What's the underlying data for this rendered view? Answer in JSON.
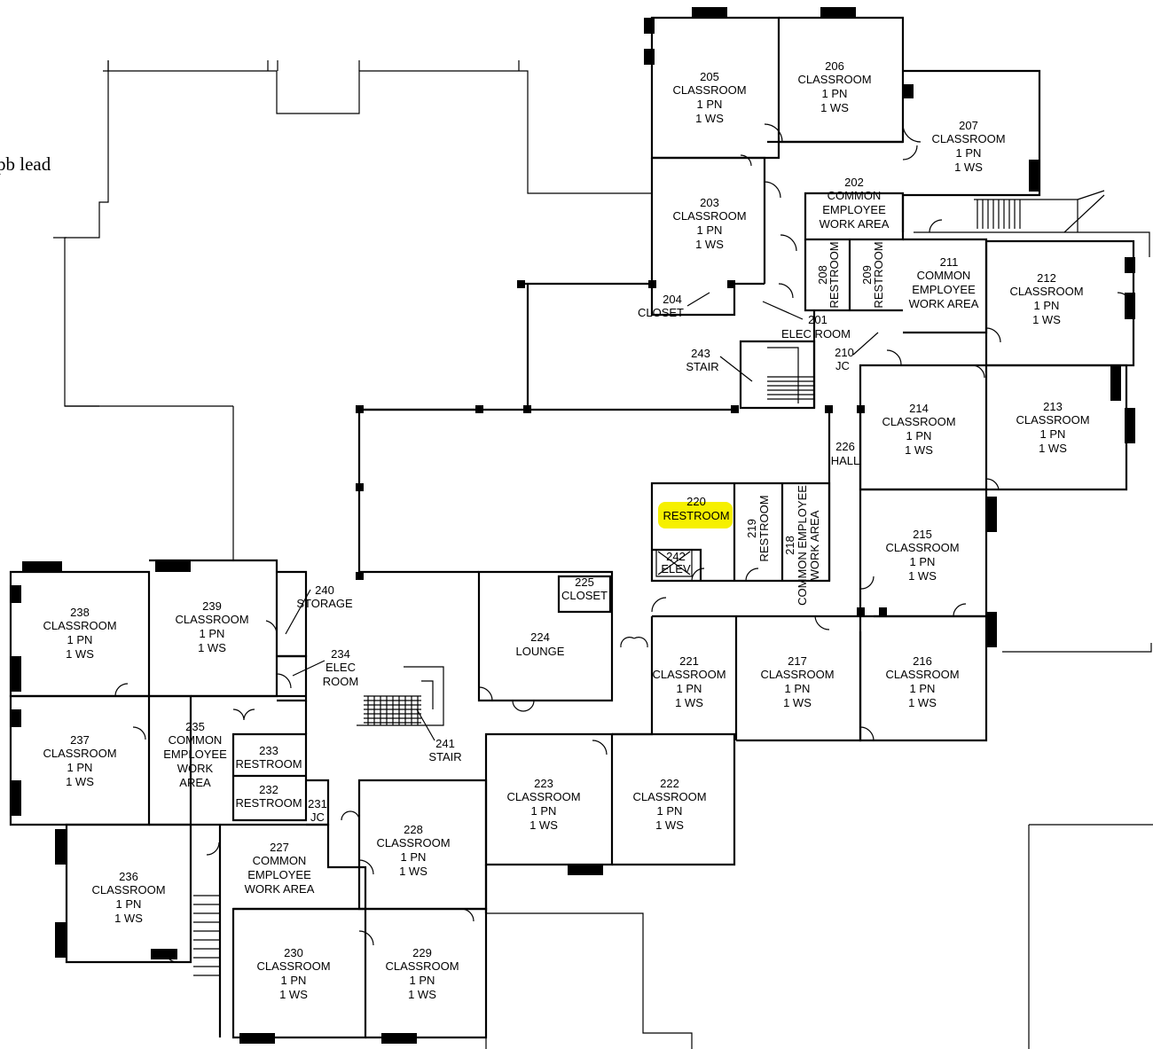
{
  "note": "pb lead",
  "highlight_color": "#f6f000",
  "rooms": {
    "r205": {
      "num": "205",
      "lines": [
        "CLASSROOM",
        "1  PN",
        "1  WS"
      ]
    },
    "r206": {
      "num": "206",
      "lines": [
        "CLASSROOM",
        "1  PN",
        "1  WS"
      ]
    },
    "r207": {
      "num": "207",
      "lines": [
        "CLASSROOM",
        "1  PN",
        "1  WS"
      ]
    },
    "r203": {
      "num": "203",
      "lines": [
        "CLASSROOM",
        "1  PN",
        "1  WS"
      ]
    },
    "r202": {
      "num": "202",
      "lines": [
        "COMMON",
        "EMPLOYEE",
        "WORK  AREA"
      ]
    },
    "r208": {
      "num": "208",
      "lines": [
        "RESTROOM"
      ]
    },
    "r209": {
      "num": "209",
      "lines": [
        "RESTROOM"
      ]
    },
    "r211": {
      "num": "211",
      "lines": [
        "COMMON",
        "EMPLOYEE",
        "WORK  AREA"
      ]
    },
    "r212": {
      "num": "212",
      "lines": [
        "CLASSROOM",
        "1  PN",
        "1  WS"
      ]
    },
    "r204": {
      "num": "204",
      "lines": [
        "CLOSET"
      ]
    },
    "r201": {
      "num": "201",
      "lines": [
        "ELEC  ROOM"
      ]
    },
    "r210": {
      "num": "210",
      "lines": [
        "JC"
      ]
    },
    "r243": {
      "num": "243",
      "lines": [
        "STAIR"
      ]
    },
    "r214": {
      "num": "214",
      "lines": [
        "CLASSROOM",
        "1  PN",
        "1  WS"
      ]
    },
    "r213": {
      "num": "213",
      "lines": [
        "CLASSROOM",
        "1  PN",
        "1  WS"
      ]
    },
    "r226": {
      "num": "226",
      "lines": [
        "HALL"
      ]
    },
    "r220": {
      "num": "220",
      "lines": [
        "RESTROOM"
      ]
    },
    "r219": {
      "num": "219",
      "lines": [
        "RESTROOM"
      ]
    },
    "r218": {
      "num": "218",
      "lines": [
        "COMMON  EMPLOYEE",
        "WORK  AREA"
      ]
    },
    "r242": {
      "num": "242",
      "lines": [
        "ELEV"
      ]
    },
    "r215": {
      "num": "215",
      "lines": [
        "CLASSROOM",
        "1  PN",
        "1  WS"
      ]
    },
    "r238": {
      "num": "238",
      "lines": [
        "CLASSROOM",
        "1  PN",
        "1  WS"
      ]
    },
    "r239": {
      "num": "239",
      "lines": [
        "CLASSROOM",
        "1  PN",
        "1  WS"
      ]
    },
    "r240": {
      "num": "240",
      "lines": [
        "STORAGE"
      ]
    },
    "r225": {
      "num": "225",
      "lines": [
        "CLOSET"
      ]
    },
    "r224": {
      "num": "224",
      "lines": [
        "LOUNGE"
      ]
    },
    "r234": {
      "num": "234",
      "lines": [
        "ELEC",
        "ROOM"
      ]
    },
    "r221": {
      "num": "221",
      "lines": [
        "CLASSROOM",
        "1  PN",
        "1  WS"
      ]
    },
    "r217": {
      "num": "217",
      "lines": [
        "CLASSROOM",
        "1  PN",
        "1  WS"
      ]
    },
    "r216": {
      "num": "216",
      "lines": [
        "CLASSROOM",
        "1  PN",
        "1  WS"
      ]
    },
    "r237": {
      "num": "237",
      "lines": [
        "CLASSROOM",
        "1  PN",
        "1  WS"
      ]
    },
    "r235": {
      "num": "235",
      "lines": [
        "COMMON",
        "EMPLOYEE",
        "WORK",
        "AREA"
      ]
    },
    "r233": {
      "num": "233",
      "lines": [
        "RESTROOM"
      ]
    },
    "r232": {
      "num": "232",
      "lines": [
        "RESTROOM"
      ]
    },
    "r231": {
      "num": "231",
      "lines": [
        "JC"
      ]
    },
    "r241": {
      "num": "241",
      "lines": [
        "STAIR"
      ]
    },
    "r223": {
      "num": "223",
      "lines": [
        "CLASSROOM",
        "1  PN",
        "1  WS"
      ]
    },
    "r222": {
      "num": "222",
      "lines": [
        "CLASSROOM",
        "1  PN",
        "1  WS"
      ]
    },
    "r228": {
      "num": "228",
      "lines": [
        "CLASSROOM",
        "1  PN",
        "1  WS"
      ]
    },
    "r227": {
      "num": "227",
      "lines": [
        "COMMON",
        "EMPLOYEE",
        "WORK  AREA"
      ]
    },
    "r236": {
      "num": "236",
      "lines": [
        "CLASSROOM",
        "1  PN",
        "1  WS"
      ]
    },
    "r230": {
      "num": "230",
      "lines": [
        "CLASSROOM",
        "1  PN",
        "1  WS"
      ]
    },
    "r229": {
      "num": "229",
      "lines": [
        "CLASSROOM",
        "1  PN",
        "1  WS"
      ]
    }
  }
}
